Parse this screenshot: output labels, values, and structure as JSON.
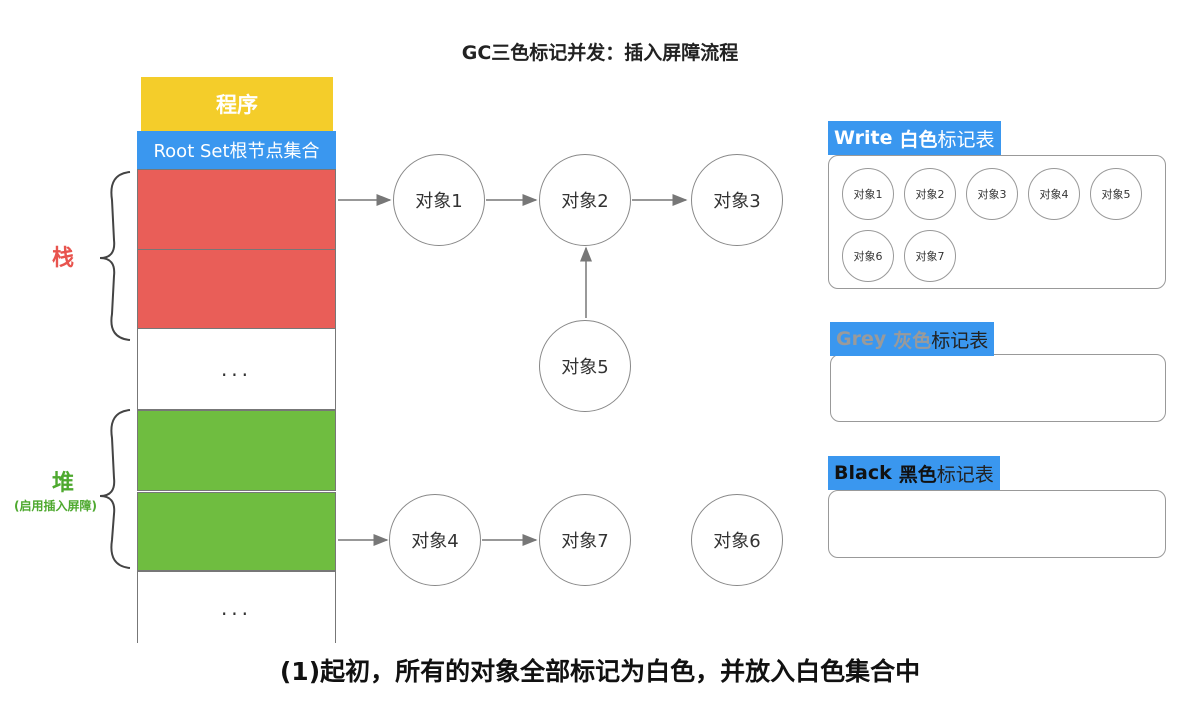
{
  "title": "GC三色标记并发：插入屏障流程",
  "program_label": "程序",
  "root_set_label": "Root Set根节点集合",
  "stack_label": "栈",
  "heap_label": "堆",
  "heap_sublabel": "(启用插入屏障)",
  "ellipsis": "...",
  "objects": {
    "o1": "对象1",
    "o2": "对象2",
    "o3": "对象3",
    "o4": "对象4",
    "o5": "对象5",
    "o6": "对象6",
    "o7": "对象7"
  },
  "panels": {
    "white": {
      "en": "Write",
      "cn": "白色",
      "label": "标记表",
      "items": [
        "对象1",
        "对象2",
        "对象3",
        "对象4",
        "对象5",
        "对象6",
        "对象7"
      ]
    },
    "grey": {
      "en": "Grey",
      "cn": "灰色",
      "label": "标记表"
    },
    "black": {
      "en": "Black",
      "cn": "黑色",
      "label": "标记表"
    }
  },
  "colors": {
    "program": "#f4cd2a",
    "root_set": "#3a97ef",
    "stack": "#e95e58",
    "heap": "#6fbd40",
    "grey_text": "#9a9a9a"
  },
  "caption": "(1)起初，所有的对象全部标记为白色，并放入白色集合中"
}
